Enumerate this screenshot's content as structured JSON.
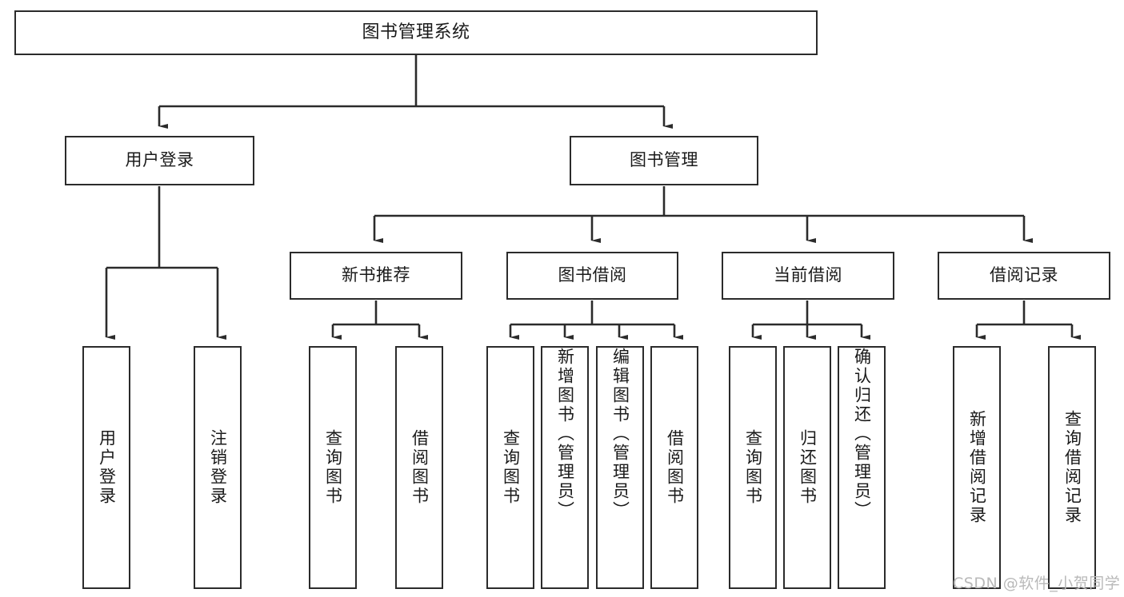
{
  "diagram": {
    "title": "图书管理系统",
    "type": "tree-hierarchy-chart",
    "colors": {
      "box_border": "#2b2b2b",
      "box_fill": "#ffffff",
      "line": "#2b2b2b",
      "text": "#1a1a1a",
      "watermark": "#b9b9b9",
      "background": "#ffffff"
    }
  },
  "root": {
    "label": "图书管理系统"
  },
  "level2": [
    {
      "label": "用户登录"
    },
    {
      "label": "图书管理"
    }
  ],
  "level3": [
    {
      "label": "新书推荐"
    },
    {
      "label": "图书借阅"
    },
    {
      "label": "当前借阅"
    },
    {
      "label": "借阅记录"
    }
  ],
  "leaves": {
    "user_login": [
      {
        "label": "用户登录"
      },
      {
        "label": "注销登录"
      }
    ],
    "new_book_recommend": [
      {
        "label": "查询图书"
      },
      {
        "label": "借阅图书"
      }
    ],
    "book_borrow": [
      {
        "label": "查询图书"
      },
      {
        "label": "新增图书（管理员）"
      },
      {
        "label": "编辑图书（管理员）"
      },
      {
        "label": "借阅图书"
      }
    ],
    "current_borrow": [
      {
        "label": "查询图书"
      },
      {
        "label": "归还图书"
      },
      {
        "label": "确认归还（管理员）"
      }
    ],
    "borrow_records": [
      {
        "label": "新增借阅记录"
      },
      {
        "label": "查询借阅记录"
      }
    ]
  },
  "watermark": {
    "text": "CSDN @软件_小贺同学"
  }
}
